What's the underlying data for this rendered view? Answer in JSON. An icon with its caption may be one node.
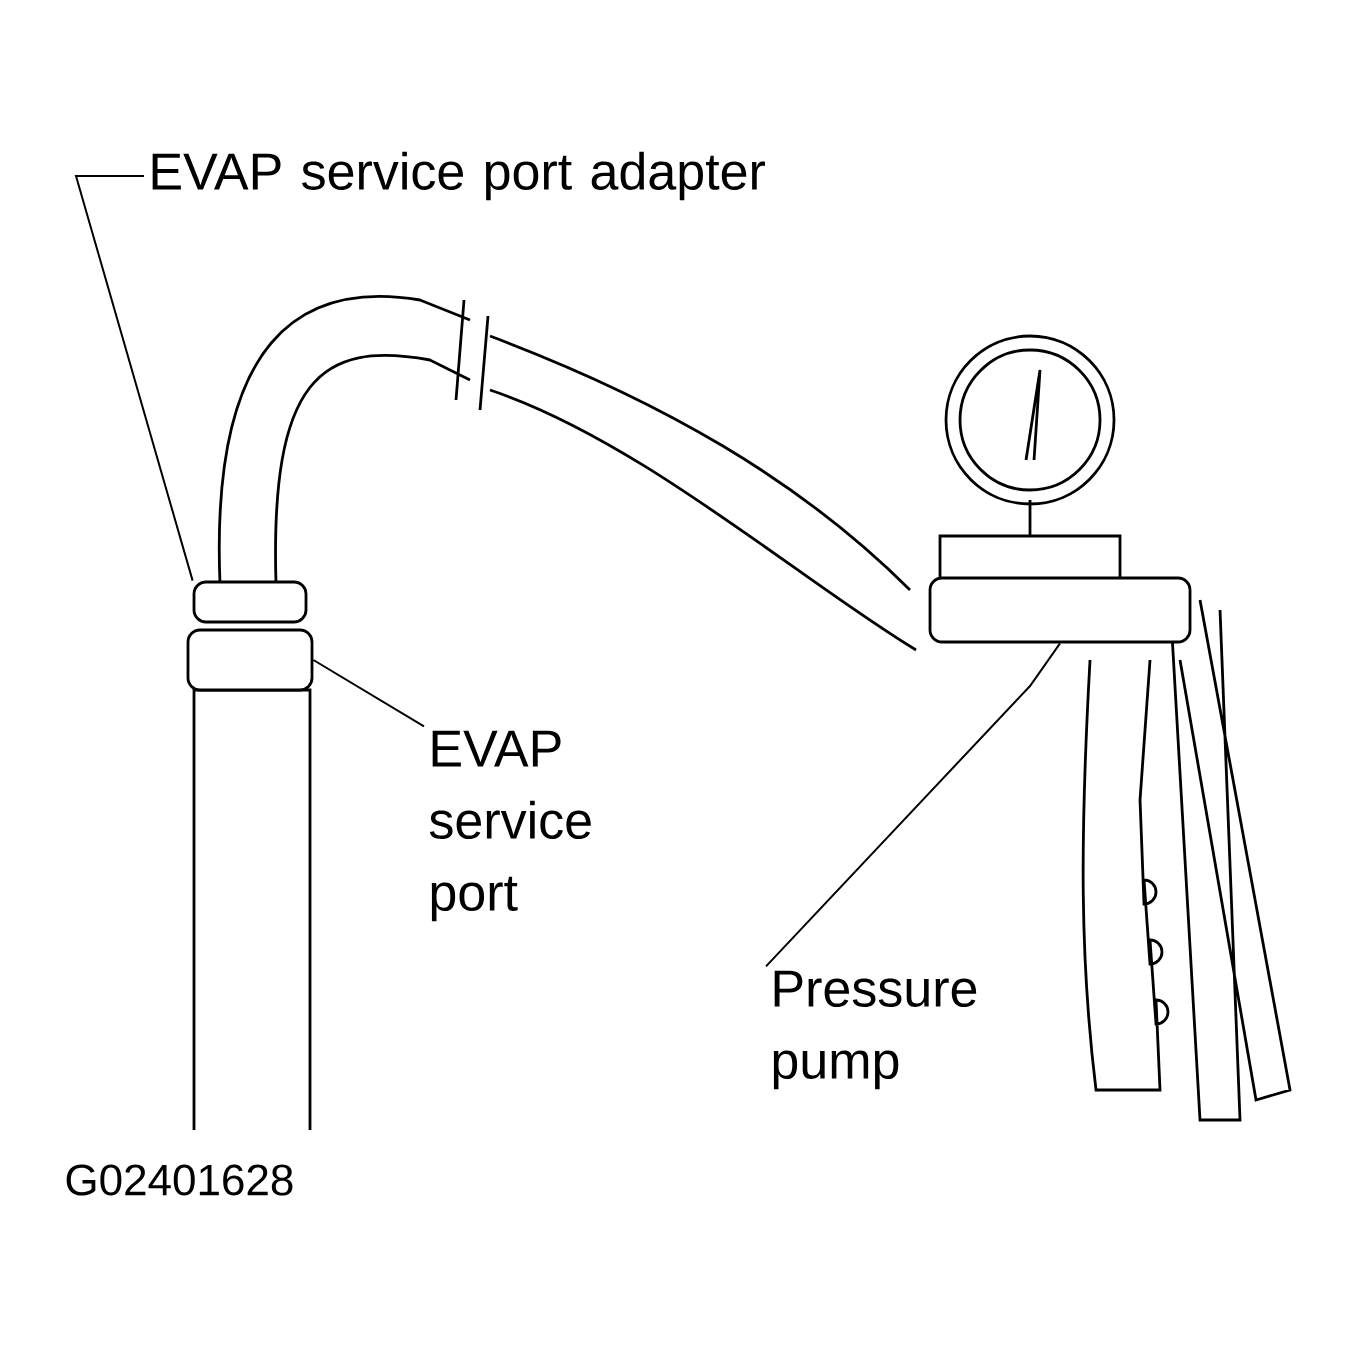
{
  "diagram": {
    "nodes": [
      {
        "text": [
          "EVAP service port adapter"
        ]
      },
      {
        "text": [],
        "shape": "box"
      },
      {
        "text": [
          "EVAP service port"
        ]
      },
      {
        "text": [],
        "shape": "box"
      },
      {
        "text": [
          "Pressure pump"
        ]
      },
      {
        "text": [],
        "shape": "box"
      }
    ],
    "edges": [
      {
        "from": 0,
        "to": 1,
        "arrow": "none"
      },
      {
        "from": 2,
        "to": 3,
        "arrow": "none"
      },
      {
        "from": 4,
        "to": 5,
        "arrow": "none"
      }
    ],
    "labels": [
      "G02401628"
    ]
  }
}
